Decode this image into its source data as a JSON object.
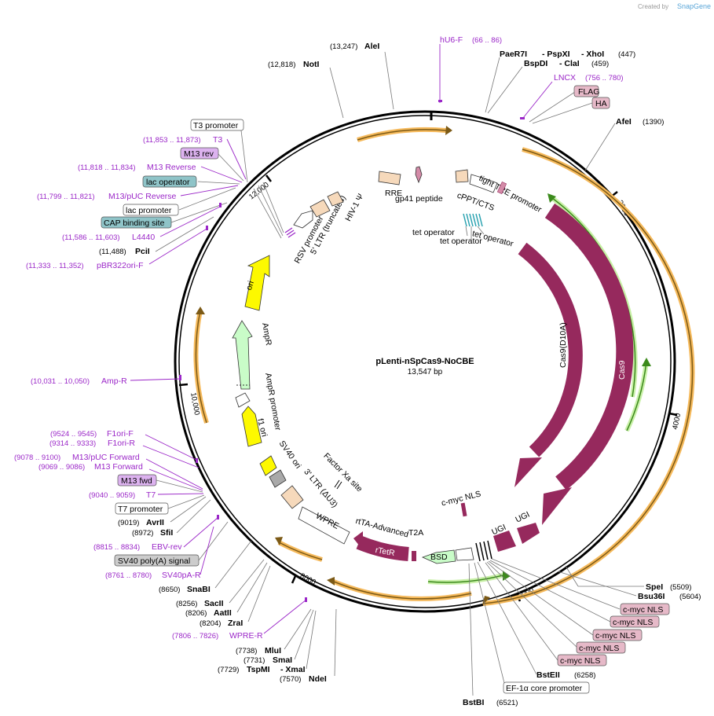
{
  "watermark": {
    "text": "Created by",
    "brand": "SnapGene"
  },
  "plasmid": {
    "name": "pLenti-nSpCas9-NoCBE",
    "length": "13,547 bp"
  },
  "colors": {
    "cas": "#96295d",
    "orf": "#f6d9bb",
    "ori": "#fdf900",
    "ampr": "#c9fcc8",
    "gold": "#f5b95b",
    "primer": "#9b27c8",
    "teal": "#8fc4c8",
    "tag": "#e6b9c8",
    "mfwd": "#dcb2ef",
    "grey": "#cccccc"
  },
  "ticks": {
    "t2000": "2000",
    "t4000": "4000",
    "t6000": "6000",
    "t8000": "8000",
    "t10000": "10,000",
    "t12000": "12,000"
  },
  "sites": {
    "alei": {
      "name": "AleI",
      "pos": "(13,247)"
    },
    "noti": {
      "name": "NotI",
      "pos": "(12,818)"
    },
    "paer7i": {
      "name": "PaeR7I",
      "pos": ""
    },
    "pspxi": {
      "name": "- PspXI",
      "pos": ""
    },
    "xhoi": {
      "name": "- XhoI",
      "pos": "(447)"
    },
    "bspdi": {
      "name": "BspDI",
      "pos": ""
    },
    "clai": {
      "name": "- ClaI",
      "pos": "(459)"
    },
    "afei": {
      "name": "AfeI",
      "pos": "(1390)"
    },
    "spei": {
      "name": "SpeI",
      "pos": "(5509)"
    },
    "bsu36i": {
      "name": "Bsu36I",
      "pos": "(5604)"
    },
    "bsteii": {
      "name": "BstEII",
      "pos": "(6258)"
    },
    "bstbi": {
      "name": "BstBI",
      "pos": "(6521)"
    },
    "ndei": {
      "name": "NdeI",
      "pos": "(7570)"
    },
    "tspmi": {
      "name": "TspMI",
      "pos": "(7729)"
    },
    "xmai": {
      "name": "- XmaI",
      "pos": ""
    },
    "smai": {
      "name": "SmaI",
      "pos": "(7731)"
    },
    "mlui": {
      "name": "MluI",
      "pos": "(7738)"
    },
    "zrai": {
      "name": "ZraI",
      "pos": "(8204)"
    },
    "aatii": {
      "name": "AatII",
      "pos": "(8206)"
    },
    "sacii": {
      "name": "SacII",
      "pos": "(8256)"
    },
    "snabi": {
      "name": "SnaBI",
      "pos": "(8650)"
    },
    "sfii": {
      "name": "SfiI",
      "pos": "(8972)"
    },
    "avrii": {
      "name": "AvrII",
      "pos": "(9019)"
    },
    "pcii": {
      "name": "PciI",
      "pos": "(11,488)"
    }
  },
  "primers": {
    "hu6f": {
      "name": "hU6-F",
      "pos": "(66 .. 86)"
    },
    "lncx": {
      "name": "LNCX",
      "pos": "(756 .. 780)"
    },
    "t3": {
      "name": "T3",
      "pos": "(11,853 .. 11,873)"
    },
    "m13rev": {
      "name": "M13 Reverse",
      "pos": "(11,818 .. 11,834)"
    },
    "m13puc_rev": {
      "name": "M13/pUC Reverse",
      "pos": "(11,799 .. 11,821)"
    },
    "l4440": {
      "name": "L4440",
      "pos": "(11,586 .. 11,603)"
    },
    "pbr322": {
      "name": "pBR322ori-F",
      "pos": "(11,333 .. 11,352)"
    },
    "ampr": {
      "name": "Amp-R",
      "pos": "(10,031 .. 10,050)"
    },
    "f1orif": {
      "name": "F1ori-F",
      "pos": "(9524 .. 9545)"
    },
    "f1orir": {
      "name": "F1ori-R",
      "pos": "(9314 .. 9333)"
    },
    "m13puc_fwd": {
      "name": "M13/pUC Forward",
      "pos": "(9078 .. 9100)"
    },
    "m13fwd": {
      "name": "M13 Forward",
      "pos": "(9069 .. 9086)"
    },
    "t7": {
      "name": "T7",
      "pos": "(9040 .. 9059)"
    },
    "ebvrev": {
      "name": "EBV-rev",
      "pos": "(8815 .. 8834)"
    },
    "sv40par": {
      "name": "SV40pA-R",
      "pos": "(8761 .. 8780)"
    },
    "wprer": {
      "name": "WPRE-R",
      "pos": "(7806 .. 7826)"
    }
  },
  "boxes": {
    "t3promoter": "T3 promoter",
    "m13rev_box": "M13 rev",
    "lacop": "lac operator",
    "lacpromoter": "lac promoter",
    "cap": "CAP binding site",
    "flag": "FLAG",
    "ha": "HA",
    "m13fwd_box": "M13 fwd",
    "t7promoter": "T7 promoter",
    "sv40polya": "SV40 poly(A) signal",
    "cmyc1": "c-myc NLS",
    "cmyc2": "c-myc NLS",
    "cmyc3": "c-myc NLS",
    "cmyc4": "c-myc NLS",
    "cmyc5": "c-myc NLS",
    "ef1a": "EF-1α core promoter"
  },
  "features": {
    "rre": "RRE",
    "gp41": "gp41 peptide",
    "hiv1psi": "HIV-1 Ψ",
    "ltr5": "5' LTR (truncated)",
    "rsv": "RSV promoter",
    "tightTRE": "tight TRE promoter",
    "cppt": "cPPT/CTS",
    "tetop1": "tet operator",
    "tetop2": "tet operator",
    "tetop3": "tet operator",
    "ori": "ori",
    "amprfeat": "AmpR",
    "amprpromoter": "AmpR promoter",
    "f1ori": "f1 ori",
    "sv40ori": "SV40 ori",
    "ltr3": "3' LTR (ΔU3)",
    "wpre": "WPRE",
    "rtta": "rtTA-Advanced",
    "rtetr": "rTetR",
    "t2a": "T2A",
    "bsd": "BSD",
    "ugi1": "UGI",
    "ugi2": "UGI",
    "cmycnls_inner": "c-myc NLS",
    "factorxa": "Factor Xa site",
    "cas9d10a": "Cas9(D10A)",
    "cas9": "Cas9"
  }
}
